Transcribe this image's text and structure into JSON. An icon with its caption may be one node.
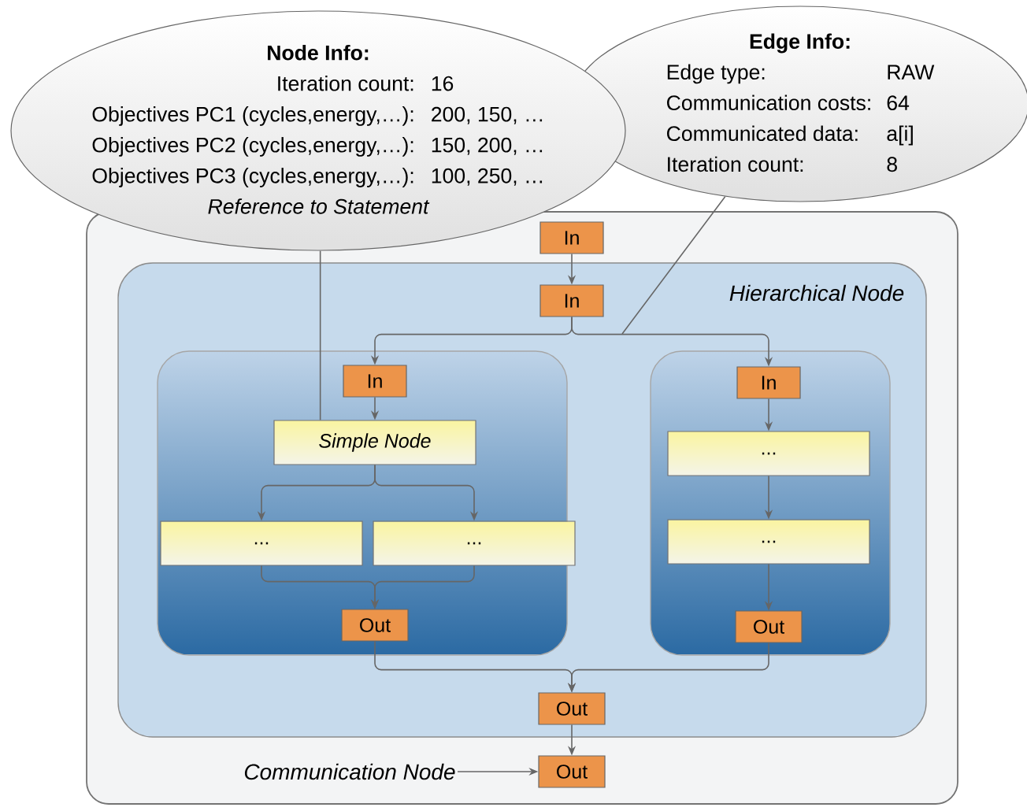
{
  "diagram": {
    "nodes": [
      {
        "text": [],
        "shape": "box"
      },
      {
        "text": [
          "In"
        ],
        "in": 0
      },
      {
        "text": [
          "Hierarchical Node"
        ],
        "in": 0
      },
      {
        "text": [
          "In"
        ],
        "in": 2
      },
      {
        "text": [],
        "shape": "box",
        "in": 2
      },
      {
        "text": [
          "In"
        ],
        "in": 4
      },
      {
        "text": [
          "Simple Node"
        ],
        "in": 4
      },
      {
        "text": [
          "..."
        ],
        "in": 4
      },
      {
        "text": [
          "..."
        ],
        "in": 4
      },
      {
        "text": [
          "Out"
        ],
        "in": 4
      },
      {
        "text": [],
        "shape": "box",
        "in": 2
      },
      {
        "text": [
          "In"
        ],
        "in": 10
      },
      {
        "text": [
          "..."
        ],
        "in": 10
      },
      {
        "text": [
          "..."
        ],
        "in": 10
      },
      {
        "text": [
          "Out"
        ],
        "in": 10
      },
      {
        "text": [
          "Out"
        ],
        "in": 2
      },
      {
        "text": [
          "Out"
        ],
        "in": 0
      },
      {
        "text": [
          "Communication Node"
        ],
        "in": 0
      },
      {
        "text": [
          "Node Info:",
          "Iteration count:",
          "16",
          "Objectives PC1 (cycles,energy,…):",
          "200, 150, …",
          "Objectives PC2 (cycles,energy,…):",
          "150, 200, …",
          "Objectives PC3 (cycles,energy,…):",
          "100, 250, …",
          "Reference to Statement"
        ]
      },
      {
        "text": [
          "Edge Info:",
          "Edge type:",
          "RAW",
          "Communication costs:",
          "64",
          "Communicated data:",
          "a[i]",
          "Iteration count:",
          "8"
        ]
      }
    ],
    "edges": [
      {
        "from": 1,
        "to": 3,
        "arrow": "to"
      },
      {
        "from": 3,
        "to": 5,
        "arrow": "to"
      },
      {
        "from": 3,
        "to": 11,
        "arrow": "to"
      },
      {
        "from": 5,
        "to": 6,
        "arrow": "to"
      },
      {
        "from": 6,
        "to": 7,
        "arrow": "to"
      },
      {
        "from": 6,
        "to": 8,
        "arrow": "to"
      },
      {
        "from": 7,
        "to": 9,
        "arrow": "to"
      },
      {
        "from": 8,
        "to": 9,
        "arrow": "to"
      },
      {
        "from": 11,
        "to": 12,
        "arrow": "to"
      },
      {
        "from": 12,
        "to": 13,
        "arrow": "to"
      },
      {
        "from": 13,
        "to": 14,
        "arrow": "to"
      },
      {
        "from": 9,
        "to": 15,
        "arrow": "to"
      },
      {
        "from": 14,
        "to": 15,
        "arrow": "to"
      },
      {
        "from": 15,
        "to": 16,
        "arrow": "to"
      },
      {
        "from": 17,
        "to": 16,
        "arrow": "to"
      },
      {
        "from": 18,
        "to": 6,
        "arrow": "none"
      },
      {
        "from": 19,
        "to": null,
        "arrow": "none"
      }
    ]
  }
}
